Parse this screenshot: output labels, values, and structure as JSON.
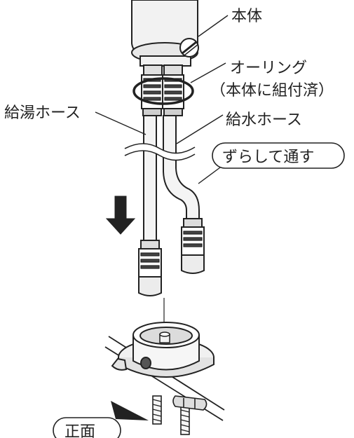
{
  "labels": {
    "body": "本体",
    "oring_line1": "オーリング",
    "oring_line2": "（本体に組付済）",
    "hot_hose": "給湯ホース",
    "cold_hose": "給水ホース",
    "shift_through": "ずらして通す",
    "front": "正面"
  },
  "colors": {
    "line": "#222222",
    "fill_light": "#f2f2f2",
    "fill_mid": "#dedede",
    "fill_dark": "#555555",
    "background": "#ffffff"
  }
}
